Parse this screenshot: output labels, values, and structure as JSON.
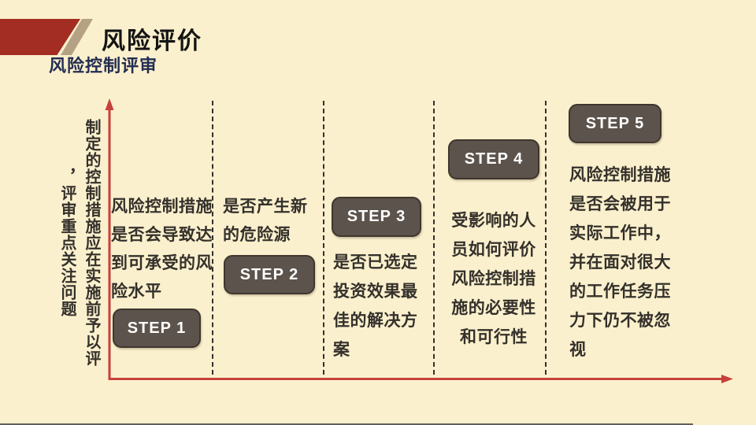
{
  "header": {
    "title": "风险评价",
    "subtitle": "风险控制评审"
  },
  "axis": {
    "vertical_label_part1": "制定的控制措施应在实施前予以评",
    "vertical_label_part2": "，评审重点关注问题"
  },
  "steps": [
    {
      "badge": "STEP 1",
      "badge_position": "below",
      "lines": [
        "风险控制措施",
        "是否会导致达",
        "到可承受的风",
        "险水平"
      ]
    },
    {
      "badge": "STEP 2",
      "badge_position": "below",
      "lines": [
        "是否产生新",
        "的危险源"
      ]
    },
    {
      "badge": "STEP 3",
      "badge_position": "above",
      "lines": [
        "是否已选定",
        "投资效果最",
        "佳的解决方",
        "案"
      ]
    },
    {
      "badge": "STEP 4",
      "badge_position": "above",
      "lines": [
        "受影响的人",
        "员如何评价",
        "风险控制措",
        "施的必要性",
        "和可行性"
      ]
    },
    {
      "badge": "STEP 5",
      "badge_position": "above",
      "lines": [
        "风险控制措施",
        "是否会被用于",
        "实际工作中，",
        "并在面对很大",
        "的工作任务压",
        "力下仍不被忽",
        "视"
      ]
    }
  ],
  "colors": {
    "background": "#FBF0CD",
    "accent_red": "#C5413C",
    "logo_red": "#A32D22",
    "logo_tan": "#B5A284",
    "badge_fill": "#5C534C",
    "badge_border": "#3F362E",
    "subtitle_navy": "#232D52",
    "text_dark": "#34302B"
  }
}
